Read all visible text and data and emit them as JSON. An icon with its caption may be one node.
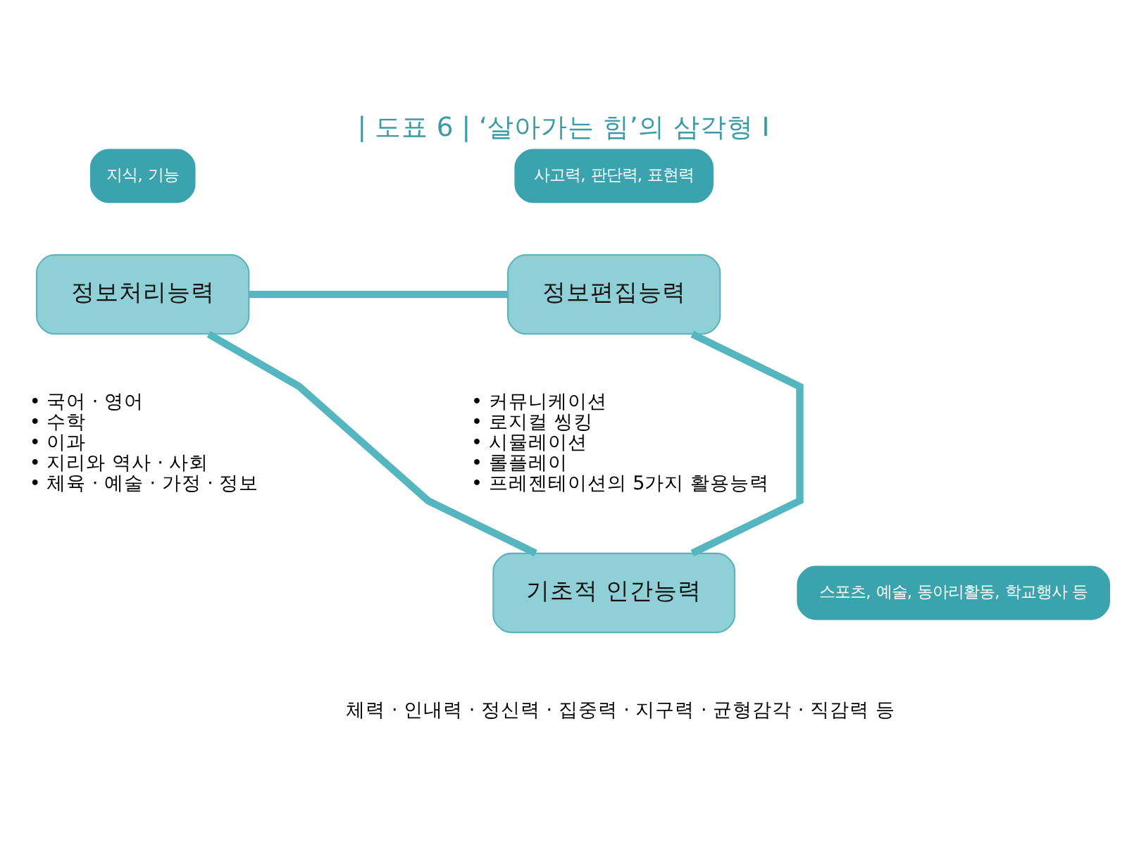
{
  "diagram": {
    "title": "| 도표 6 | ‘살아가는 힘’의 삼각형 I",
    "nodes": [
      {
        "text": [
          "정보처리능력"
        ],
        "beside": [
          "• 국어 · 영어",
          "• 수학",
          "• 이과",
          "• 지리와 역사 · 사회",
          "• 체육 · 예술 · 가정 · 정보"
        ]
      },
      {
        "text": [
          "지식, 기능"
        ]
      },
      {
        "text": [
          "정보편집능력"
        ],
        "beside": [
          "• 커뮤니케이션",
          "• 로지컬 씽킹",
          "• 시뮬레이션",
          "• 롤플레이",
          "• 프레젠테이션의 5가지 활용능력"
        ]
      },
      {
        "text": [
          "사고력, 판단력, 표현력"
        ]
      },
      {
        "text": [
          "기초적 인간능력"
        ],
        "beside": [
          "체력 · 인내력 · 정신력 · 집중력 · 지구력 · 균형감각 · 직감력 등"
        ]
      },
      {
        "text": [
          "스포츠, 예술, 동아리활동, 학교행사 등"
        ]
      }
    ],
    "edges": [
      {
        "from": 0,
        "to": 2,
        "arrow": "none"
      },
      {
        "from": 0,
        "to": 4,
        "arrow": "none"
      },
      {
        "from": 2,
        "to": 4,
        "arrow": "none"
      }
    ]
  }
}
